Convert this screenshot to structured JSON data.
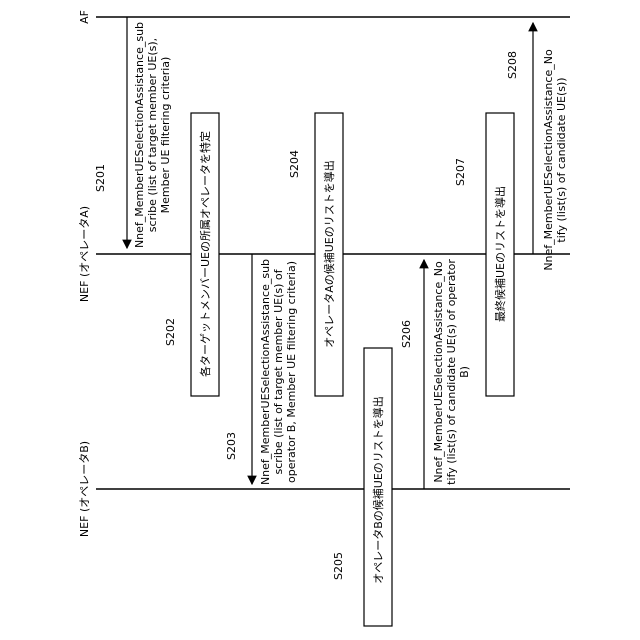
{
  "entities": {
    "af": "AF",
    "nef_a": "NEF (オペレータA)",
    "nef_b": "NEF (オペレータB)"
  },
  "steps": {
    "s201": {
      "label": "S201",
      "lines": [
        "Nnef_MemberUESelectionAssistance_sub",
        "scribe (list of target member UE(s),",
        "Member UE filtering criteria)"
      ]
    },
    "s202": {
      "label": "S202",
      "text": "各ターゲットメンバーUEの所属オペレータを特定"
    },
    "s203": {
      "label": "S203",
      "lines": [
        "Nnef_MemberUESelectionAssistance_sub",
        "scribe (list of target member UE(s) of",
        "operator B, Member UE filtering criteria)"
      ]
    },
    "s204": {
      "label": "S204",
      "text": "オペレータAの候補UEのリストを導出"
    },
    "s205": {
      "label": "S205",
      "text": "オペレータBの候補UEのリストを導出"
    },
    "s206": {
      "label": "S206",
      "lines": [
        "Nnef_MemberUESelectionAssistance_No",
        "tify (list(s) of candidate UE(s) of operator",
        "B)"
      ]
    },
    "s207": {
      "label": "S207",
      "text": "最終候補UEのリストを導出"
    },
    "s208": {
      "label": "S208",
      "lines": [
        "Nnef_MemberUESelectionAssistance_No",
        "tify (list(s) of candidate UE(s))"
      ]
    }
  }
}
